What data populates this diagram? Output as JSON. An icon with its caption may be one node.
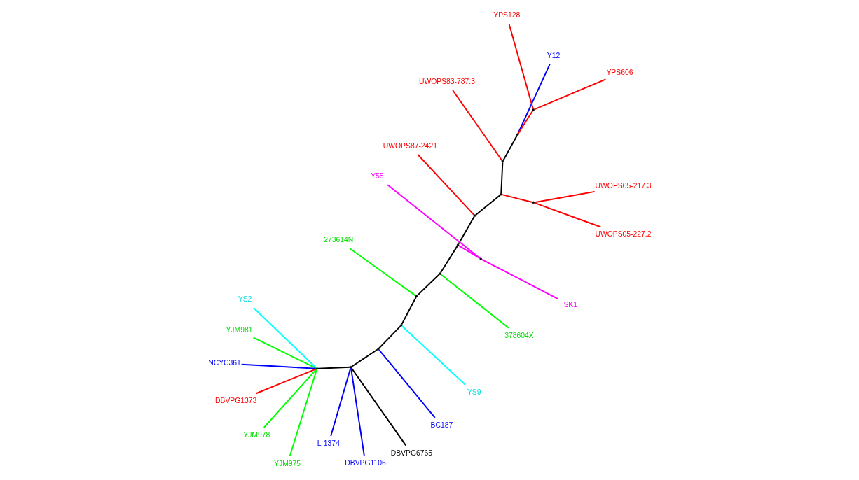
{
  "diagram": {
    "nodes": [
      {
        "text": [
          "YPS128"
        ]
      },
      {
        "text": [
          "378604X"
        ]
      },
      {
        "text": [
          "YPS606"
        ]
      },
      {
        "text": [
          "273614N"
        ]
      },
      {
        "text": [
          "YS9"
        ]
      },
      {
        "text": [
          "Y12"
        ]
      },
      {
        "text": [
          "UWOPS83-787.3"
        ]
      },
      {
        "text": [
          "BC187"
        ]
      },
      {
        "text": [
          "L-1374"
        ]
      },
      {
        "text": [
          "DBVPG6765"
        ]
      },
      {
        "text": [
          "DBVPG1106"
        ]
      },
      {
        "text": [
          "YJM978"
        ]
      },
      {
        "text": [
          "UWOPS05-217.3"
        ]
      },
      {
        "text": [
          "YJM981"
        ]
      },
      {
        "text": [
          "YS2"
        ]
      },
      {
        "text": [
          "YJM975"
        ]
      },
      {
        "text": [
          "UWOPS05-227.2"
        ]
      },
      {
        "text": [
          "NCYC361"
        ]
      },
      {
        "text": [
          "DBVPG1373"
        ]
      },
      {
        "text": [
          "UWOPS87-2421"
        ]
      },
      {
        "text": [
          "Y55"
        ]
      },
      {
        "text": [
          "SK1"
        ]
      },
      {
        "text": [],
        "shape": "point"
      },
      {
        "text": [],
        "shape": "point"
      },
      {
        "text": [],
        "shape": "point"
      },
      {
        "text": [],
        "shape": "point"
      },
      {
        "text": [],
        "shape": "point"
      },
      {
        "text": [],
        "shape": "point"
      },
      {
        "text": [],
        "shape": "point"
      },
      {
        "text": [],
        "shape": "point"
      },
      {
        "text": [],
        "shape": "point"
      },
      {
        "text": [],
        "shape": "point"
      },
      {
        "text": [],
        "shape": "point"
      },
      {
        "text": [],
        "shape": "point"
      },
      {
        "text": [],
        "shape": "point"
      },
      {
        "text": [],
        "shape": "point"
      }
    ],
    "edges": [
      {
        "from": 22,
        "to": 5,
        "arrow": "none",
        "color": "#0000ff"
      },
      {
        "from": 22,
        "to": 23,
        "arrow": "none",
        "color": "#ff0000"
      },
      {
        "from": 22,
        "to": 24,
        "arrow": "none"
      },
      {
        "from": 23,
        "to": 0,
        "arrow": "none",
        "color": "#ff0000"
      },
      {
        "from": 23,
        "to": 2,
        "arrow": "none",
        "color": "#ff0000"
      },
      {
        "from": 24,
        "to": 6,
        "arrow": "none",
        "color": "#ff0000"
      },
      {
        "from": 24,
        "to": 25,
        "arrow": "none"
      },
      {
        "from": 25,
        "to": 26,
        "arrow": "none",
        "color": "#ff0000"
      },
      {
        "from": 25,
        "to": 27,
        "arrow": "none"
      },
      {
        "from": 26,
        "to": 12,
        "arrow": "none",
        "color": "#ff0000"
      },
      {
        "from": 26,
        "to": 16,
        "arrow": "none",
        "color": "#ff0000"
      },
      {
        "from": 27,
        "to": 19,
        "arrow": "none",
        "color": "#ff0000"
      },
      {
        "from": 27,
        "to": 28,
        "arrow": "none"
      },
      {
        "from": 28,
        "to": 29,
        "arrow": "none",
        "color": "#ff00ff"
      },
      {
        "from": 28,
        "to": 30,
        "arrow": "none"
      },
      {
        "from": 29,
        "to": 21,
        "arrow": "none",
        "color": "#ff00ff"
      },
      {
        "from": 29,
        "to": 20,
        "arrow": "none",
        "color": "#ff00ff"
      },
      {
        "from": 30,
        "to": 1,
        "arrow": "none",
        "color": "#00ff00"
      },
      {
        "from": 30,
        "to": 31,
        "arrow": "none"
      },
      {
        "from": 31,
        "to": 3,
        "arrow": "none",
        "color": "#00ff00"
      },
      {
        "from": 31,
        "to": 32,
        "arrow": "none"
      },
      {
        "from": 32,
        "to": 4,
        "arrow": "none",
        "color": "#00ffff"
      },
      {
        "from": 32,
        "to": 33,
        "arrow": "none"
      },
      {
        "from": 33,
        "to": 7,
        "arrow": "none",
        "color": "#0000ff"
      },
      {
        "from": 33,
        "to": 34,
        "arrow": "none"
      },
      {
        "from": 34,
        "to": 8,
        "arrow": "none",
        "color": "#0000ff"
      },
      {
        "from": 34,
        "to": 9,
        "arrow": "none"
      },
      {
        "from": 34,
        "to": 10,
        "arrow": "none",
        "color": "#0000ff"
      },
      {
        "from": 34,
        "to": 35,
        "arrow": "none"
      },
      {
        "from": 35,
        "to": 11,
        "arrow": "none",
        "color": "#00ff00"
      },
      {
        "from": 35,
        "to": 13,
        "arrow": "none",
        "color": "#00ff00"
      },
      {
        "from": 35,
        "to": 15,
        "arrow": "none",
        "color": "#00ff00"
      },
      {
        "from": 35,
        "to": 14,
        "arrow": "none",
        "color": "#00ffff"
      },
      {
        "from": 35,
        "to": 17,
        "arrow": "none",
        "color": "#0000ff"
      },
      {
        "from": 35,
        "to": 18,
        "arrow": "none",
        "color": "#ff0000"
      }
    ]
  }
}
